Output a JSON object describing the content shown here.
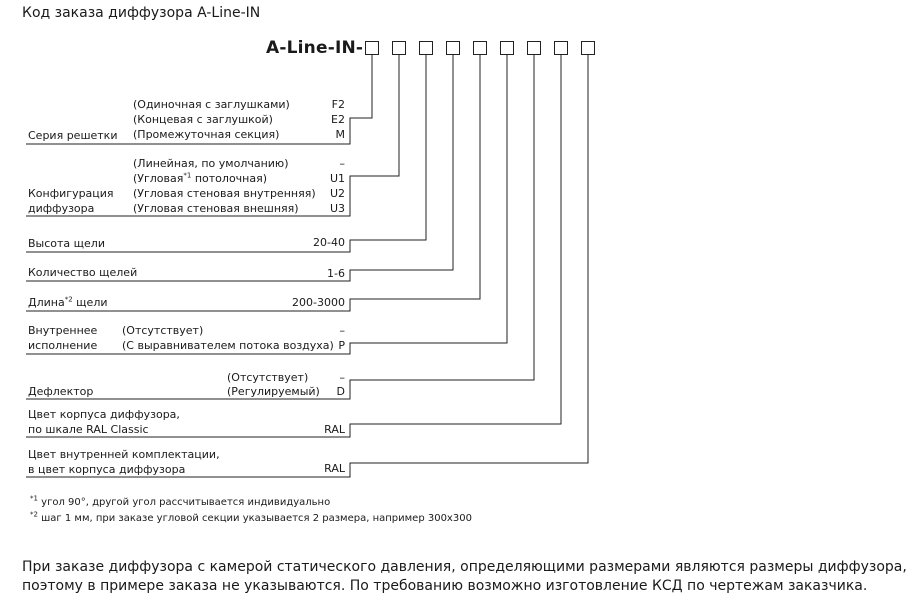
{
  "title": "Код заказа диффузора A-Line-IN",
  "code_prefix": "A-Line-IN-",
  "box_count": 9,
  "rows": [
    {
      "label_lines": [
        "Серия решетки"
      ],
      "options": [
        {
          "text": "(Одиночная с заглушками)",
          "code": "F2"
        },
        {
          "text": "(Концевая с заглушкой)",
          "code": "E2"
        },
        {
          "text": "(Промежуточная секция)",
          "code": "M"
        }
      ]
    },
    {
      "label_lines": [
        "Конфигурация",
        "диффузора"
      ],
      "options": [
        {
          "text": "(Линейная, по умолчанию)",
          "code": "–"
        },
        {
          "text": "(Угловая",
          "sup": "*1",
          "text_after": " потолочная)",
          "code": "U1"
        },
        {
          "text": "(Угловая стеновая внутренняя)",
          "code": "U2"
        },
        {
          "text": "(Угловая стеновая внешняя)",
          "code": "U3"
        }
      ]
    },
    {
      "label": "Высота щели",
      "code": "20-40"
    },
    {
      "label": "Количество щелей",
      "code": "1-6"
    },
    {
      "label": "Длина",
      "label_sup": "*2",
      "label_after": " щели",
      "code": "200-3000"
    },
    {
      "label_lines": [
        "Внутреннее",
        "исполнение"
      ],
      "options": [
        {
          "text": "(Отсутствует)",
          "code": "–"
        },
        {
          "text": "(С выравнивателем потока воздуха)",
          "code": "P"
        }
      ]
    },
    {
      "label_lines": [
        "Дефлектор"
      ],
      "options": [
        {
          "text": "(Отсутствует)",
          "code": "–"
        },
        {
          "text": "(Регулируемый)",
          "code": "D"
        }
      ]
    },
    {
      "label_lines": [
        "Цвет корпуса диффузора,",
        "по шкале RAL Classic"
      ],
      "code": "RAL"
    },
    {
      "label_lines": [
        "Цвет внутренней комплектации,",
        "в цвет корпуса диффузора"
      ],
      "code": "RAL"
    }
  ],
  "footnotes": [
    {
      "mark": "*1",
      "text": " угол 90°, другой угол рассчитывается индивидуально"
    },
    {
      "mark": "*2",
      "text": " шаг 1 мм, при заказе угловой секции указывается 2 размера, например 300х300"
    }
  ],
  "bottom_note": "При заказе диффузора с камерой статического давления, определяющими размерами являются размеры диффузора, поэтому в примере заказа не указываются. По требованию возможно изготовление КСД по чертежам заказчика."
}
